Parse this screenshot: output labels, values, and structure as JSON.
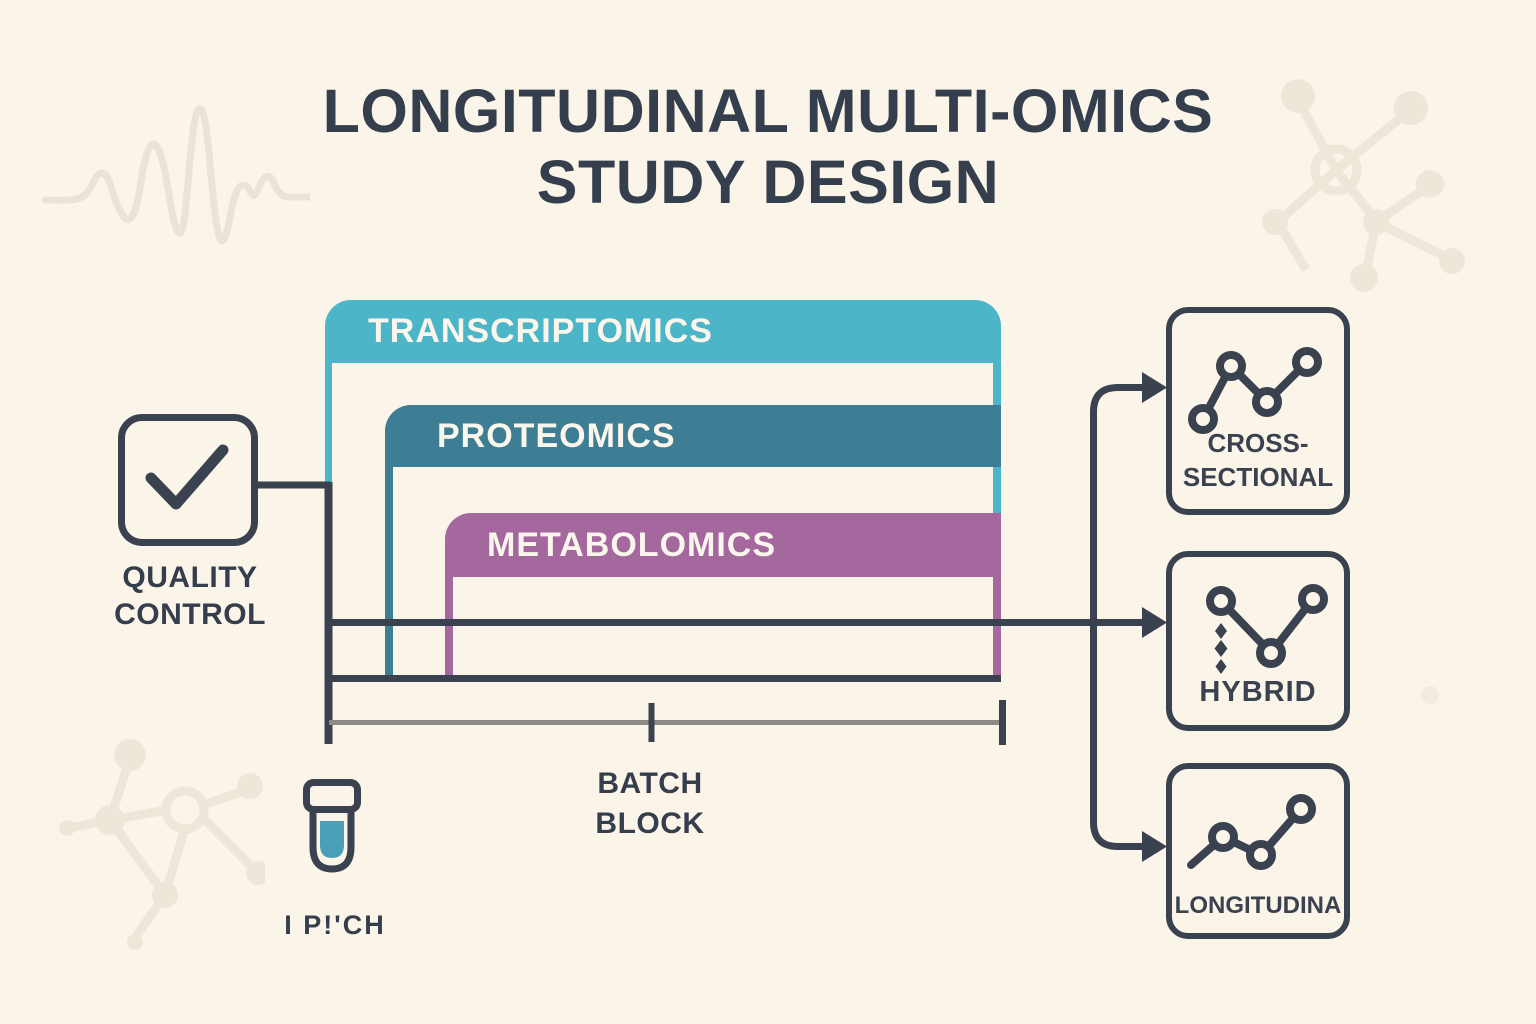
{
  "title": {
    "line1": "LONGITUDINAL MULTI-OMICS",
    "line2": "STUDY DESIGN"
  },
  "omics_layers": [
    {
      "label": "TRANSCRIPTOMICS",
      "color": "#4DB5C8"
    },
    {
      "label": "PROTEOMICS",
      "color": "#3D7E95"
    },
    {
      "label": "METABOLOMICS",
      "color": "#A4679E"
    }
  ],
  "quality_control": {
    "icon": "checkmark-icon",
    "line1": "QUALITY",
    "line2": "CONTROL"
  },
  "batch_block": {
    "line1": "BATCH",
    "line2": "BLOCK"
  },
  "sample": {
    "icon": "test-tube-icon",
    "caption": "I P!'CH",
    "liquid_color": "#4A9FB8"
  },
  "study_designs": [
    {
      "icon": "zigzag-line-chart-icon",
      "line1": "CROSS-",
      "line2": "SECTIONAL"
    },
    {
      "icon": "hybrid-line-chart-icon",
      "line1": "HYBRID",
      "line2": ""
    },
    {
      "icon": "trend-line-chart-icon",
      "line1": "LONGITUDINA",
      "line2": ""
    }
  ],
  "palette": {
    "background": "#FBF4E9",
    "ink": "#353E4C",
    "teal_light": "#4DB5C8",
    "teal_dark": "#3D7E95",
    "purple": "#A4679E",
    "ruler_gray": "#8E8B85",
    "liquid_teal": "#4A9FB8",
    "decoration": "#EDE7DA"
  }
}
